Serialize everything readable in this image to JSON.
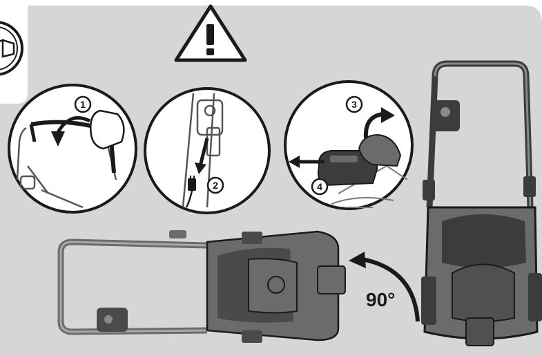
{
  "steps": [
    {
      "number": "1",
      "action": "fold-top-handle"
    },
    {
      "number": "2",
      "action": "unplug-cable"
    },
    {
      "number": "3",
      "action": "lift-rear-flap"
    },
    {
      "number": "4",
      "action": "remove-grass-box"
    }
  ],
  "rotation_label": "90°",
  "colors": {
    "background": "#d6d6d6",
    "outline": "#1a1a1a",
    "mower_body": "#6b6b6b",
    "mower_dark": "#3c3c3c",
    "circle_fill": "#ffffff"
  },
  "icons": [
    "warning-triangle-icon",
    "grass-box-badge-icon"
  ]
}
